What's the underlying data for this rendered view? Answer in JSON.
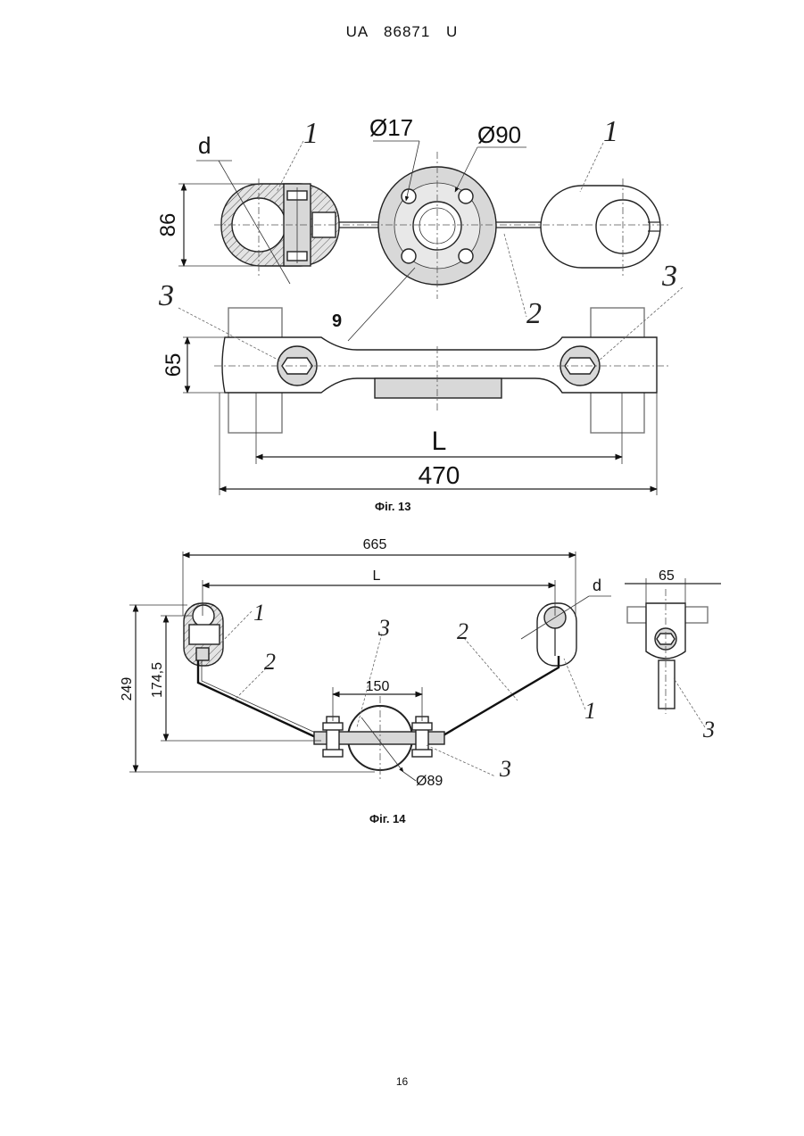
{
  "header": {
    "patent_number": "UA   86871   U"
  },
  "figure13": {
    "caption": "Фіг. 13",
    "dims": {
      "d": "d",
      "height": "86",
      "bolt_hole": "Ø17",
      "flange": "Ø90",
      "plate_height": "65",
      "span": "L",
      "total": "470"
    },
    "labels": {
      "l1a": "1",
      "l1b": "1",
      "l2": "2",
      "l3a": "3",
      "l3b": "3",
      "l9": "9"
    }
  },
  "figure14": {
    "caption": "Фіг. 14",
    "dims": {
      "total": "665",
      "span": "L",
      "d": "d",
      "width": "65",
      "height": "249",
      "inner_height": "174,5",
      "clamp_width": "150",
      "pipe": "Ø89"
    },
    "labels": {
      "l1a": "1",
      "l1b": "1",
      "l2a": "2",
      "l2b": "2",
      "l3a": "3",
      "l3b": "3",
      "l3c": "3"
    }
  },
  "page_number": "16"
}
